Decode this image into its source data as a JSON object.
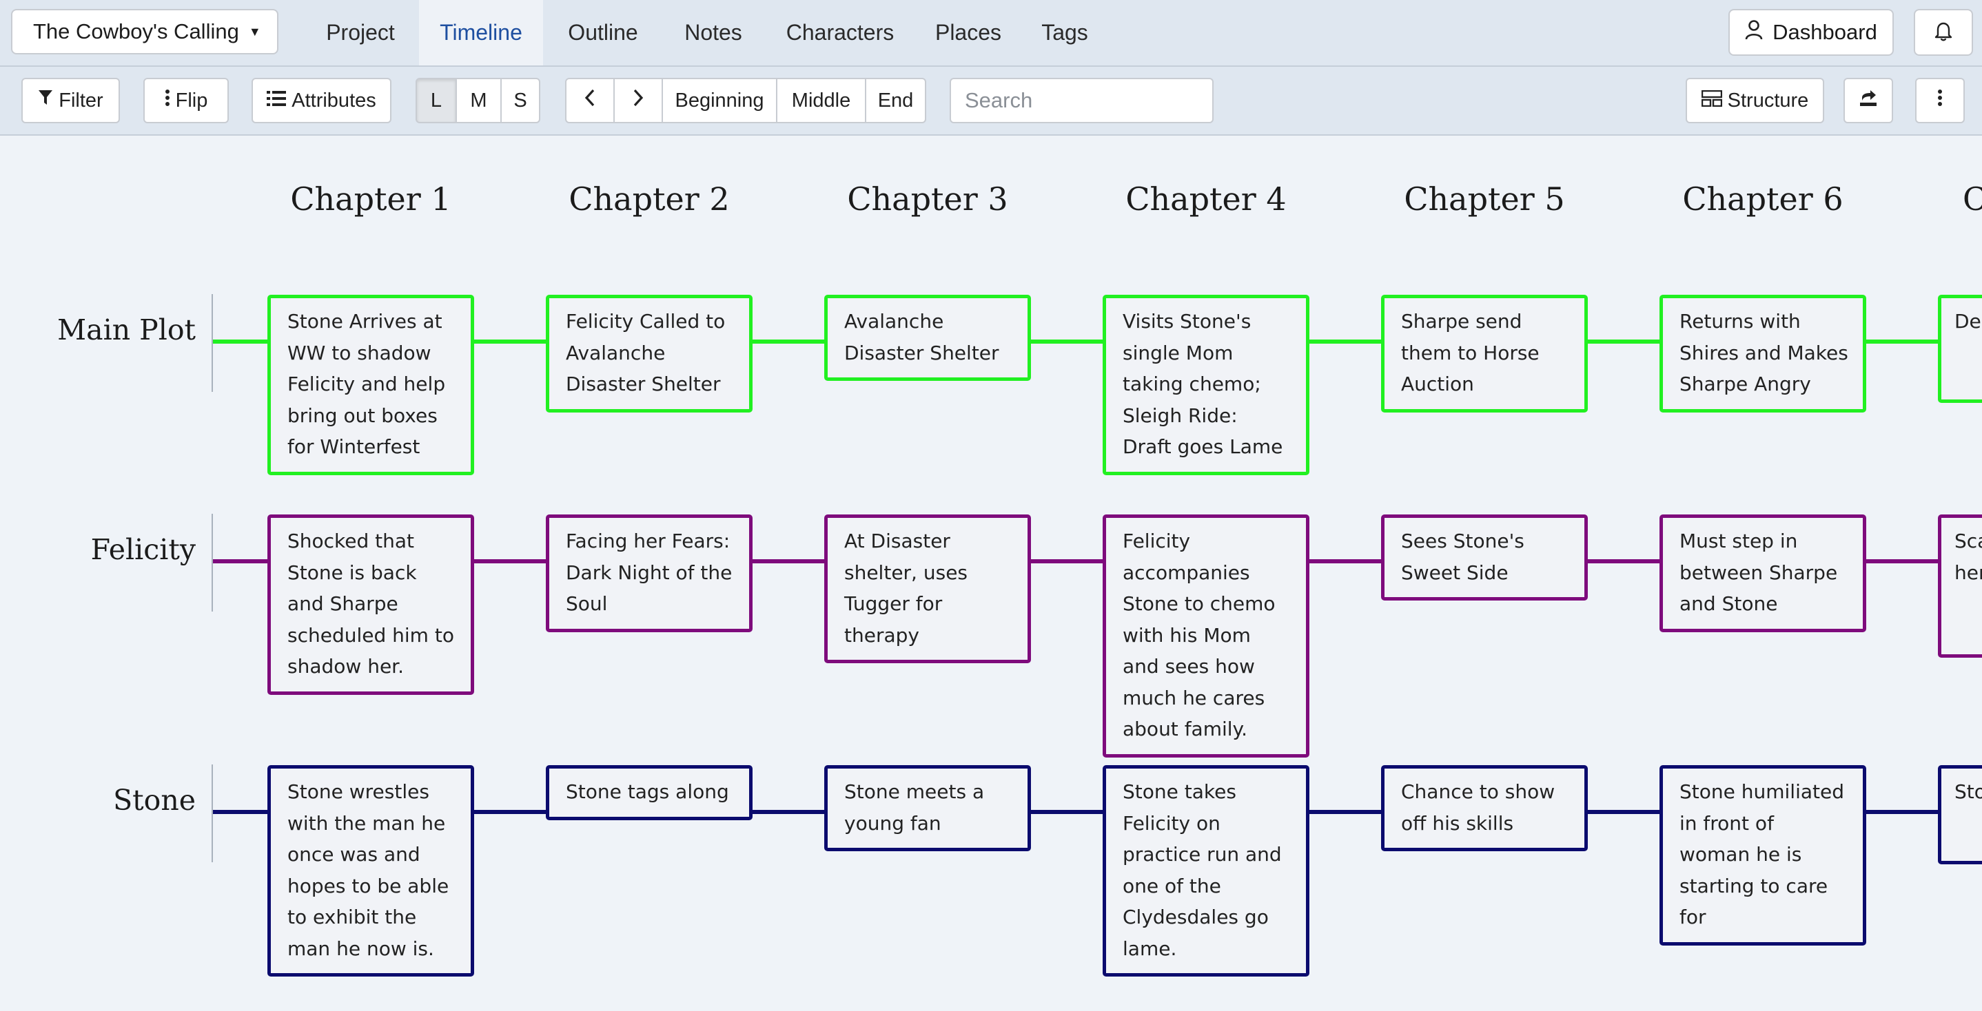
{
  "top_nav": {
    "project_title": "The Cowboy's Calling",
    "tabs": [
      {
        "label": "Project"
      },
      {
        "label": "Timeline"
      },
      {
        "label": "Outline"
      },
      {
        "label": "Notes"
      },
      {
        "label": "Characters"
      },
      {
        "label": "Places"
      },
      {
        "label": "Tags"
      }
    ],
    "active_tab": "Timeline",
    "dashboard_label": "Dashboard"
  },
  "toolbar": {
    "filter_label": "Filter",
    "flip_label": "Flip",
    "attributes_label": "Attributes",
    "sizes": [
      "L",
      "M",
      "S"
    ],
    "active_size": "L",
    "scroll_buttons": [
      "Beginning",
      "Middle",
      "End"
    ],
    "search_placeholder": "Search",
    "structure_label": "Structure"
  },
  "colors": {
    "main_plot": "#21f021",
    "felicity": "#7e0b7c",
    "stone": "#0b0b6e",
    "active_tab_text": "#1e4fa0"
  },
  "timeline": {
    "chapters": [
      "Chapter 1",
      "Chapter 2",
      "Chapter 3",
      "Chapter 4",
      "Chapter 5",
      "Chapter 6",
      "C"
    ],
    "lanes": [
      {
        "name": "Main Plot",
        "cards": [
          "Stone Arrives at WW to shadow Felicity and help bring out boxes for Winterfest",
          "Felicity Called to Avalanche Disaster Shelter",
          "Avalanche Disaster Shelter",
          "Visits Stone's single Mom taking chemo; Sleigh Ride: Draft goes Lame",
          "Sharpe send them to Horse Auction",
          "Returns with Shires and Makes Sharpe Angry",
          "De fall lan"
        ]
      },
      {
        "name": "Felicity",
        "cards": [
          "Shocked that Stone is back and Sharpe scheduled him to shadow her.",
          "Facing her Fears: Dark Night of the Soul",
          "At Disaster shelter, uses Tugger for therapy",
          "Felicity accompanies Stone to chemo with his Mom and sees how much he cares about family.",
          "Sees Stone's Sweet Side",
          "Must step in between Sharpe and Stone",
          "Sca dea her risk"
        ]
      },
      {
        "name": "Stone",
        "cards": [
          "Stone wrestles with the man he once was and hopes to be able to exhibit the man he now is.",
          "Stone tags along",
          "Stone meets a young fan",
          "Stone takes Felicity on practice run and one of the Clydesdales go lame.",
          "Chance to show off his skills",
          "Stone humiliated in front of woman he is starting to care for",
          "Sto ma"
        ]
      }
    ]
  }
}
